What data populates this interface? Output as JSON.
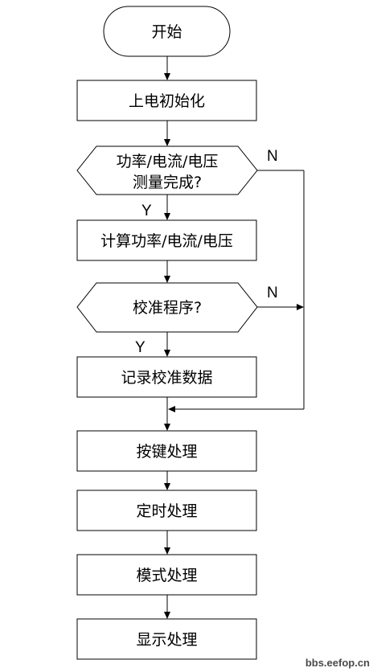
{
  "flowchart": {
    "start": "开始",
    "power_on_init": "上电初始化",
    "measure_done_line1": "功率/电流/电压",
    "measure_done_line2": "测量完成?",
    "compute": "计算功率/电流/电压",
    "calibration_q": "校准程序?",
    "record_calibration": "记录校准数据",
    "key_handling": "按键处理",
    "timer_handling": "定时处理",
    "mode_handling": "模式处理",
    "display_handling": "显示处理",
    "label_yes_1": "Y",
    "label_no_1": "N",
    "label_yes_2": "Y",
    "label_no_2": "N"
  },
  "watermark": "bbs.eefop.cn"
}
